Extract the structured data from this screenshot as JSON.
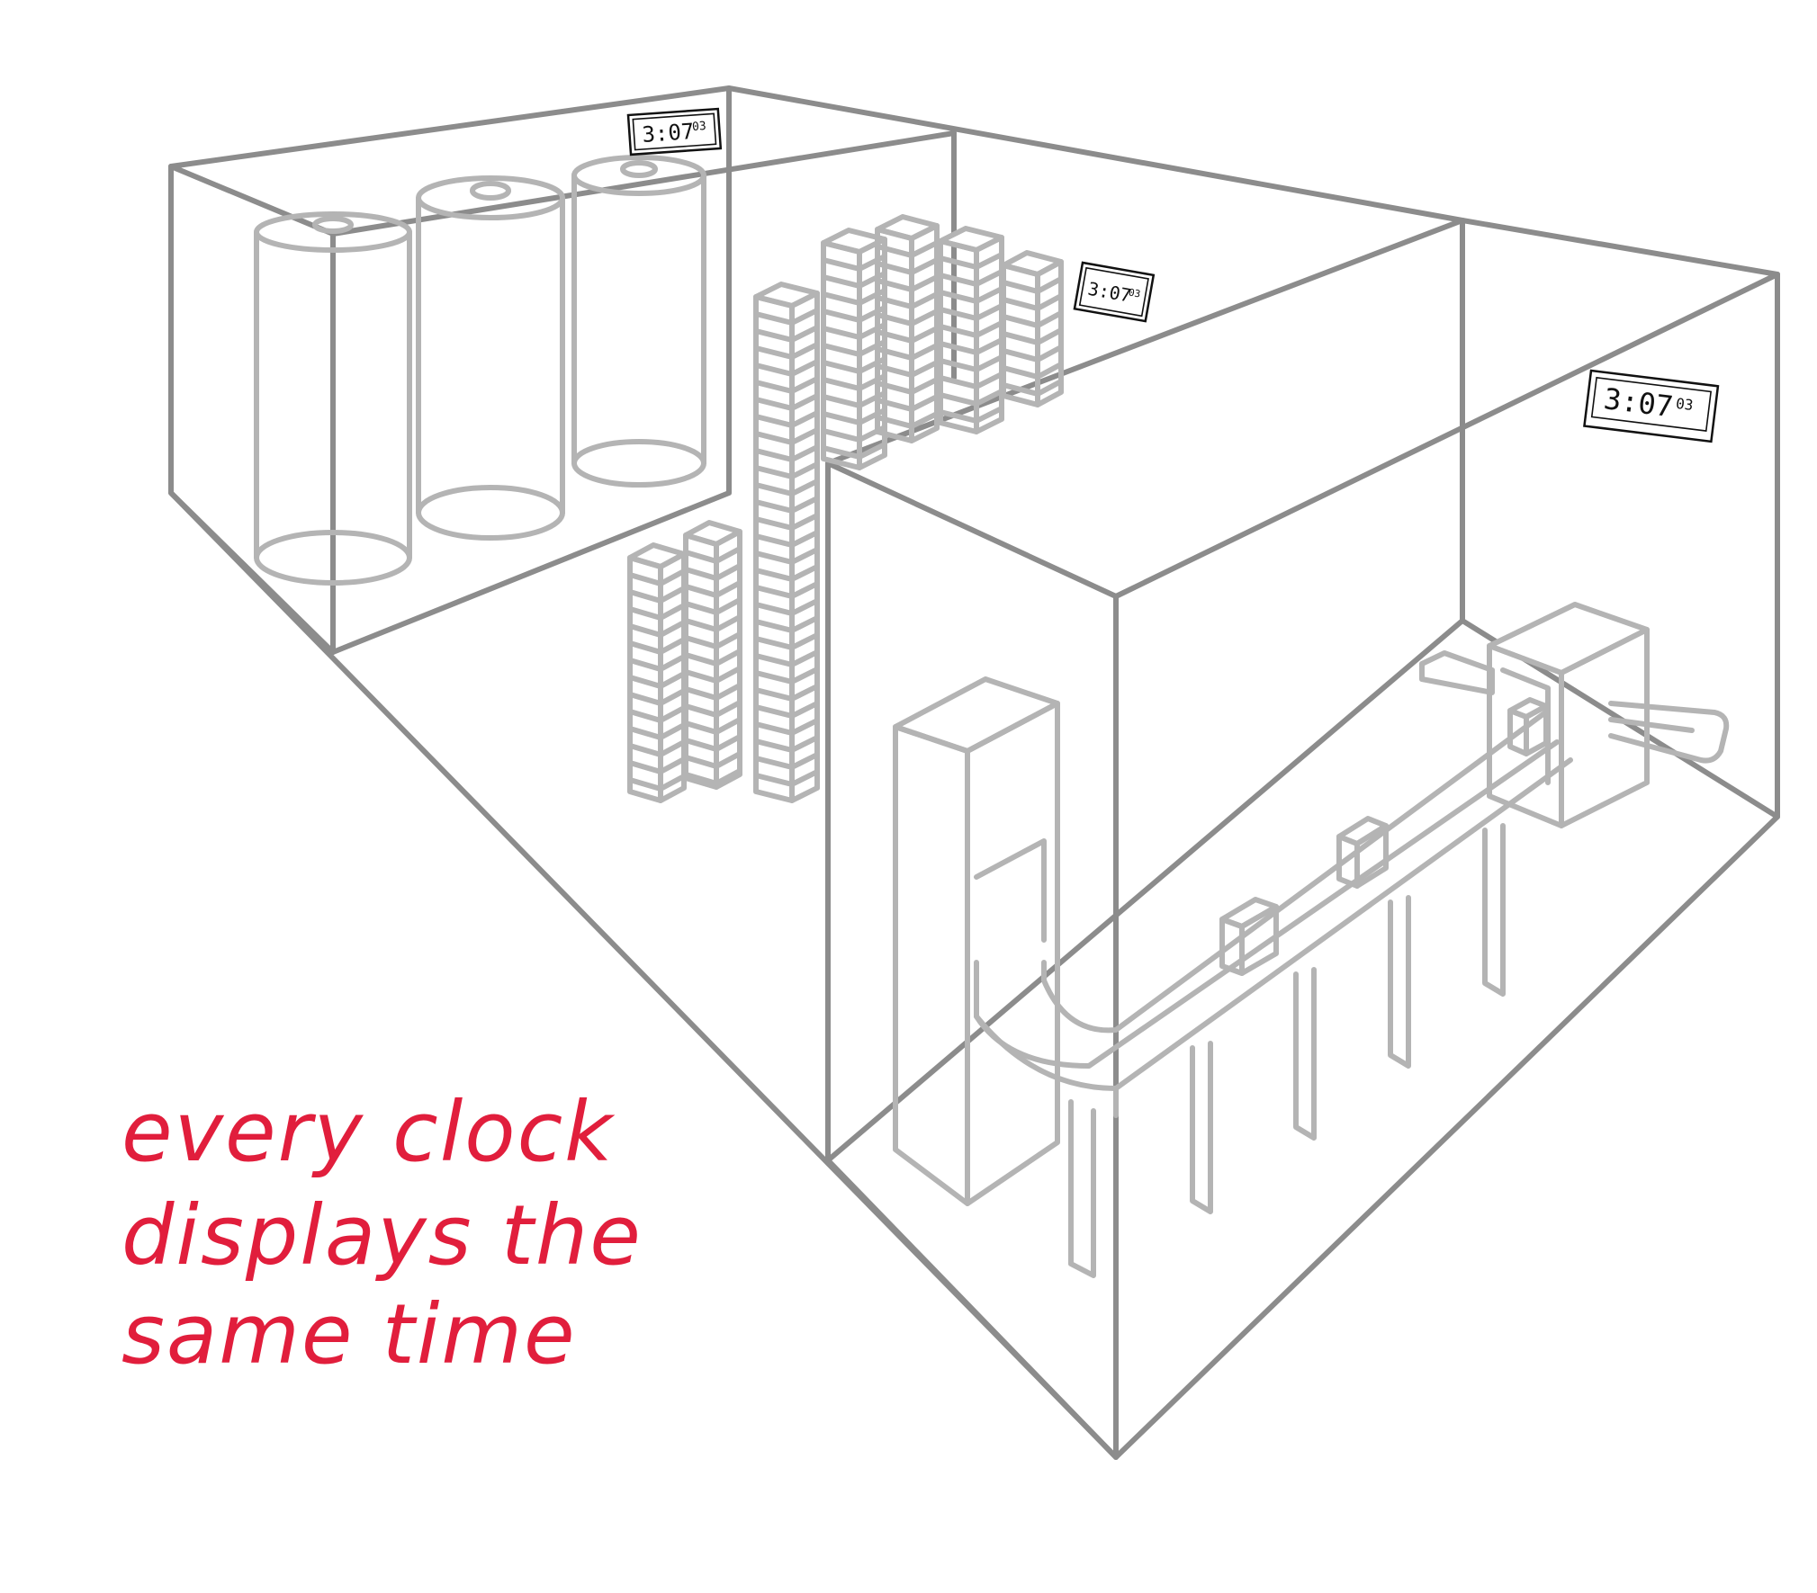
{
  "clocks": {
    "main": "3:07",
    "seconds": "03"
  },
  "caption": {
    "line1": "every clock",
    "line2": "displays the",
    "line3": "same time"
  },
  "colors": {
    "room_lines": "#8c8c8c",
    "equipment_lines": "#b4b4b4",
    "clock": "#111111",
    "caption": "#e11e3c"
  }
}
